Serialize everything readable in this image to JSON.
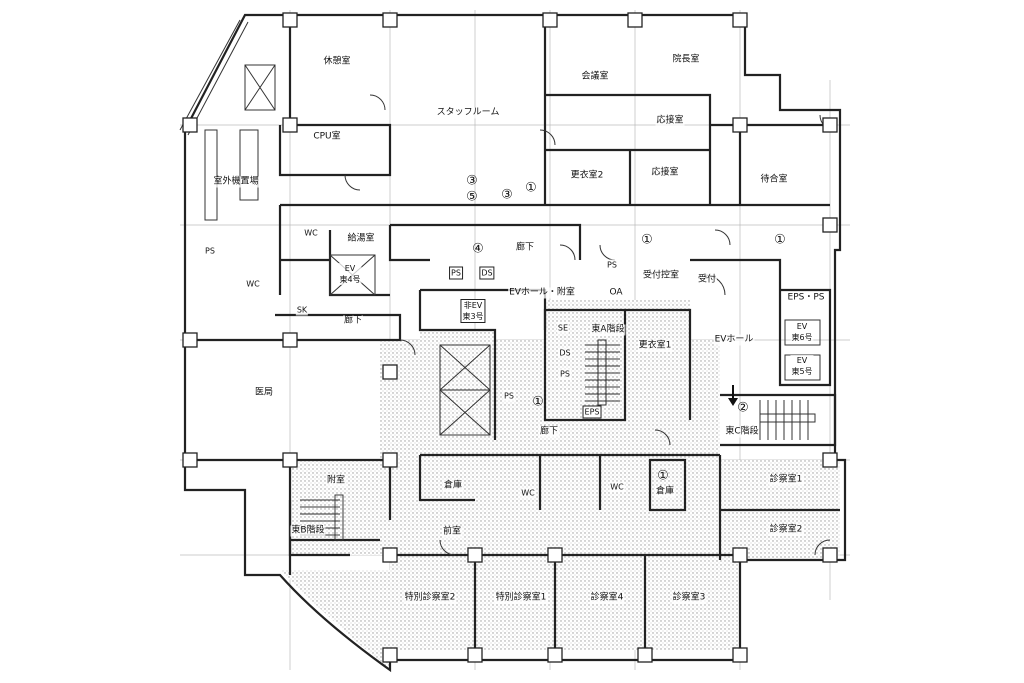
{
  "rooms": {
    "kyukeishitsu": "休憩室",
    "staff_room": "スタッフルーム",
    "kaigishitsu": "会議室",
    "inchoshitsu": "院長室",
    "cpu": "CPU室",
    "outdoor_unit": "室外機置場",
    "osetsu1": "応接室",
    "osetsu2": "応接室",
    "koui2": "更衣室2",
    "machiai": "待合室",
    "wc1": "WC",
    "wc2": "WC",
    "wc3": "WC",
    "wc4": "WC",
    "kyuto": "給湯室",
    "corridor1": "廊下",
    "corridor2": "廊下",
    "corridor3": "廊下",
    "ps1": "PS",
    "ps2": "PS",
    "ps3": "PS",
    "ps4": "PS",
    "ps5": "PS",
    "ds1": "DS",
    "ds2": "DS",
    "ev_east4": "EV\n東4号",
    "ev_east3": "非EV\n東3号",
    "ev_hall_annex": "EVホール・附室",
    "oa": "OA",
    "uketsuke_hikae": "受付控室",
    "uketsuke": "受付",
    "eps_ps": "EPS・PS",
    "ev_east6": "EV\n東6号",
    "ev_east5": "EV\n東5号",
    "ev_hall": "EVホール",
    "se": "SE",
    "east_a_stairs": "東A階段",
    "koui1": "更衣室1",
    "eps": "EPS",
    "east_c_stairs": "東C階段",
    "ikyoku": "医局",
    "sk": "SK",
    "fusitsu": "附室",
    "souko1": "倉庫",
    "souko2": "倉庫",
    "east_b_stairs": "東B階段",
    "zenshitsu": "前室",
    "shinsatsu1": "診察室1",
    "shinsatsu2": "診察室2",
    "tokubetsu2": "特別診察室2",
    "tokubetsu1": "特別診察室1",
    "shinsatsu4": "診察室4",
    "shinsatsu3": "診察室3"
  },
  "markers": [
    "①",
    "②",
    "③",
    "④",
    "⑤"
  ],
  "colors": {
    "wall": "#222222",
    "hatch": "#9a9a9a",
    "background": "#ffffff"
  }
}
